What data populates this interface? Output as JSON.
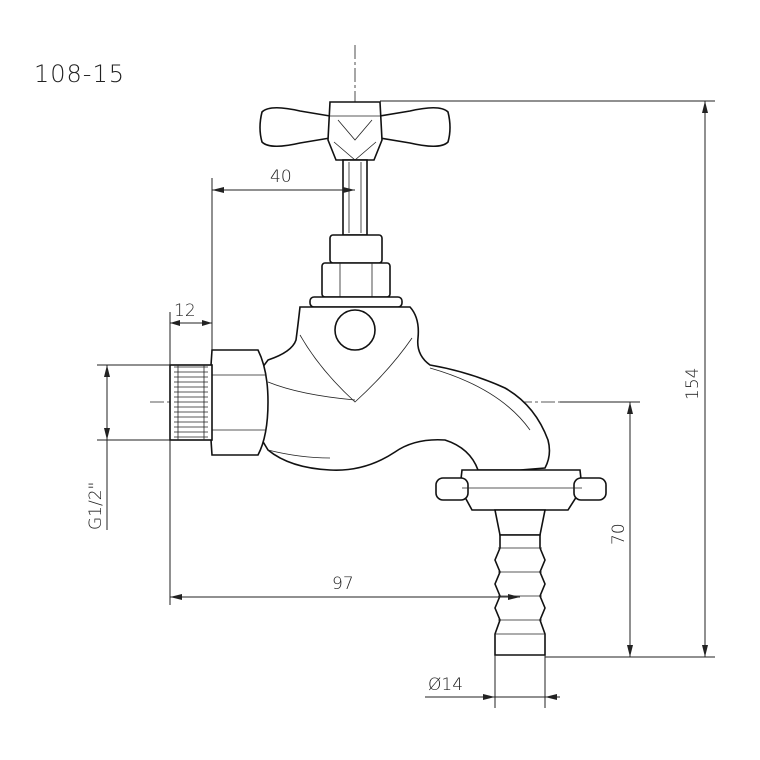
{
  "title": "108-15",
  "dimensions": {
    "stem_offset": "40",
    "thread_length": "12",
    "thread_size": "G1/2\"",
    "reach": "97",
    "spout_height": "70",
    "total_height": "154",
    "hose_diameter": "Ø14"
  },
  "colors": {
    "line": "#222222",
    "background": "#ffffff"
  }
}
